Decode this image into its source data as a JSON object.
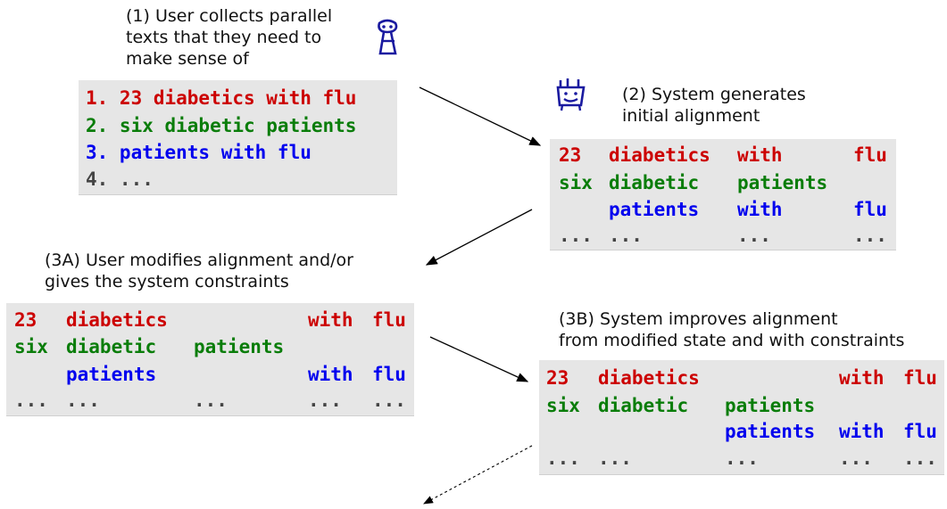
{
  "step1": {
    "caption": "(1) User collects parallel\ntexts that they need to\nmake sense of",
    "texts": [
      "1. 23 diabetics with flu",
      "2. six diabetic patients",
      "3. patients with flu",
      "4. ..."
    ]
  },
  "step2": {
    "caption": "(2) System generates\ninitial alignment",
    "rows": [
      [
        "23",
        "diabetics",
        "with",
        "flu"
      ],
      [
        "six",
        "diabetic",
        "patients",
        ""
      ],
      [
        "",
        "patients",
        "with",
        "flu"
      ],
      [
        "...",
        "...",
        "...",
        "..."
      ]
    ]
  },
  "step3a": {
    "caption": "(3A) User modifies alignment and/or\ngives the system constraints",
    "rows": [
      [
        "23",
        "diabetics",
        "",
        "with",
        "flu"
      ],
      [
        "six",
        "diabetic",
        "patients",
        "",
        ""
      ],
      [
        "",
        "patients",
        "",
        "with",
        "flu"
      ],
      [
        "...",
        "...",
        "...",
        "...",
        "..."
      ]
    ]
  },
  "step3b": {
    "caption": "(3B) System improves alignment\nfrom modified state and with constraints",
    "rows": [
      [
        "23",
        "diabetics",
        "",
        "with",
        "flu"
      ],
      [
        "six",
        "diabetic",
        "patients",
        "",
        ""
      ],
      [
        "",
        "",
        "patients",
        "with",
        "flu"
      ],
      [
        "...",
        "...",
        "...",
        "...",
        "..."
      ]
    ]
  },
  "colors": {
    "red": "#cc0000",
    "green": "#0a7d0a",
    "blue": "#0000ee",
    "gray": "#444444",
    "box_bg": "#e6e6e6",
    "icon": "#1a1aa0"
  },
  "icons": [
    "user-icon",
    "system-robot-icon"
  ]
}
